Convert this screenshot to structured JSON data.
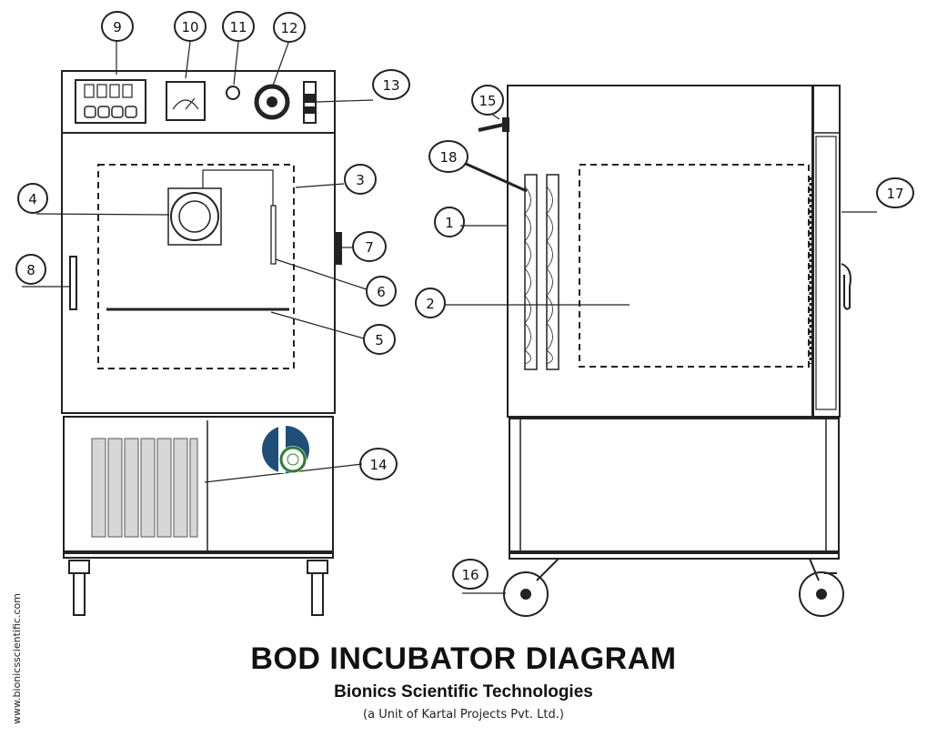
{
  "title": "BOD INCUBATOR DIAGRAM",
  "subtitle": "Bionics Scientific Technologies",
  "tagline": "(a Unit of Kartal Projects Pvt. Ltd.)",
  "website": "www.bionicsscientific.com",
  "logo": {
    "name": "bionics-logo",
    "colors": {
      "blue": "#1f4e79",
      "green": "#2e7d32"
    }
  },
  "callouts": [
    "9",
    "10",
    "11",
    "12",
    "13",
    "3",
    "4",
    "7",
    "8",
    "6",
    "5",
    "14",
    "15",
    "18",
    "1",
    "17",
    "2",
    "16"
  ]
}
